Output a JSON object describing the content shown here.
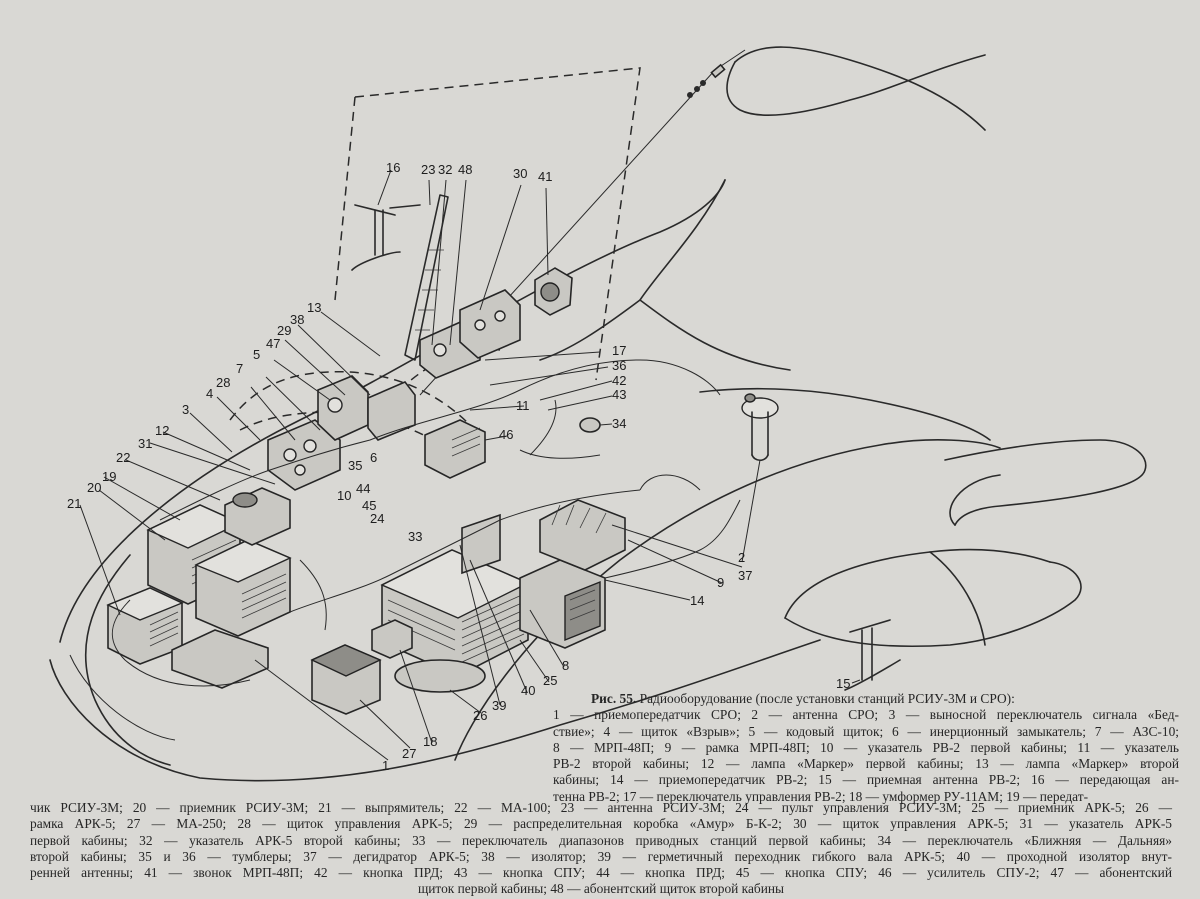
{
  "figure": {
    "callouts": [
      {
        "id": "c1",
        "text": "1"
      },
      {
        "id": "c2",
        "text": "2"
      },
      {
        "id": "c3",
        "text": "3"
      },
      {
        "id": "c4",
        "text": "4"
      },
      {
        "id": "c5",
        "text": "5"
      },
      {
        "id": "c6",
        "text": "6"
      },
      {
        "id": "c7",
        "text": "7"
      },
      {
        "id": "c8",
        "text": "8"
      },
      {
        "id": "c9",
        "text": "9"
      },
      {
        "id": "c10",
        "text": "10"
      },
      {
        "id": "c11",
        "text": "11"
      },
      {
        "id": "c12",
        "text": "12"
      },
      {
        "id": "c13",
        "text": "13"
      },
      {
        "id": "c14",
        "text": "14"
      },
      {
        "id": "c15",
        "text": "15"
      },
      {
        "id": "c16",
        "text": "16"
      },
      {
        "id": "c17",
        "text": "17"
      },
      {
        "id": "c18",
        "text": "18"
      },
      {
        "id": "c19",
        "text": "19"
      },
      {
        "id": "c20",
        "text": "20"
      },
      {
        "id": "c21",
        "text": "21"
      },
      {
        "id": "c22",
        "text": "22"
      },
      {
        "id": "c23",
        "text": "23"
      },
      {
        "id": "c24",
        "text": "24"
      },
      {
        "id": "c25",
        "text": "25"
      },
      {
        "id": "c26",
        "text": "26"
      },
      {
        "id": "c27",
        "text": "27"
      },
      {
        "id": "c28",
        "text": "28"
      },
      {
        "id": "c29",
        "text": "29"
      },
      {
        "id": "c30",
        "text": "30"
      },
      {
        "id": "c31",
        "text": "31"
      },
      {
        "id": "c32",
        "text": "32"
      },
      {
        "id": "c33",
        "text": "33"
      },
      {
        "id": "c34",
        "text": "34"
      },
      {
        "id": "c35",
        "text": "35"
      },
      {
        "id": "c36",
        "text": "36"
      },
      {
        "id": "c37",
        "text": "37"
      },
      {
        "id": "c38",
        "text": "38"
      },
      {
        "id": "c39",
        "text": "39"
      },
      {
        "id": "c40",
        "text": "40"
      },
      {
        "id": "c41",
        "text": "41"
      },
      {
        "id": "c42",
        "text": "42"
      },
      {
        "id": "c43",
        "text": "43"
      },
      {
        "id": "c44",
        "text": "44"
      },
      {
        "id": "c45",
        "text": "45"
      },
      {
        "id": "c46",
        "text": "46"
      },
      {
        "id": "c47",
        "text": "47"
      },
      {
        "id": "c48",
        "text": "48"
      }
    ]
  },
  "caption": {
    "label": "Рис. 55.",
    "right_lines": [
      "Радиооборудование (после установки станций РСИУ-3М и СРО):",
      "1 — приемопередатчик СРО; 2 — антенна СРО; 3 — выносной переключатель сигнала «Бед-",
      "ствие»; 4 — щиток «Взрыв»; 5 — кодовый щиток; 6 — инерционный замыкатель; 7 — АЗС-10;",
      "8 — МРП-48П; 9 — рамка МРП-48П; 10 — указатель РВ-2 первой кабины; 11 — указатель",
      "РВ-2 второй кабины; 12 — лампа «Маркер» первой кабины; 13 — лампа «Маркер» второй",
      "кабины; 14 — приемопередатчик РВ-2; 15 — приемная антенна РВ-2; 16 — передающая ан-",
      "тенна РВ-2; 17 — переключатель управления РВ-2; 18 — умформер РУ-11АМ; 19 — передат-"
    ],
    "bottom_lines": [
      "чик РСИУ-3М; 20 — приемник РСИУ-3М; 21 — выпрямитель; 22 — МА-100; 23 — антенна РСИУ-3М; 24 — пульт управления РСИУ-3М; 25 — приемник АРК-5; 26 —",
      "рамка АРК-5; 27 — МА-250; 28 — щиток управления АРК-5; 29 — распределительная коробка «Амур» Б-К-2; 30 — щиток управления АРК-5; 31 — указатель АРК-5",
      "первой кабины; 32 — указатель АРК-5 второй кабины; 33 — переключатель диапазонов приводных станций первой кабины; 34 — переключатель «Ближняя — Дальняя»",
      "второй кабины; 35 и 36 — тумблеры; 37 — дегидратор АРК-5; 38 — изолятор; 39 — герметичный переходник гибкого вала АРК-5; 40 — проходной изолятор внут-",
      "ренней антенны; 41 — звонок МРП-48П; 42 — кнопка ПРД; 43 — кнопка СПУ; 44 — кнопка ПРД; 45 — кнопка СПУ; 46 — усилитель СПУ-2; 47 — абонентский",
      "щиток первой кабины; 48 — абонентский щиток второй кабины"
    ]
  }
}
